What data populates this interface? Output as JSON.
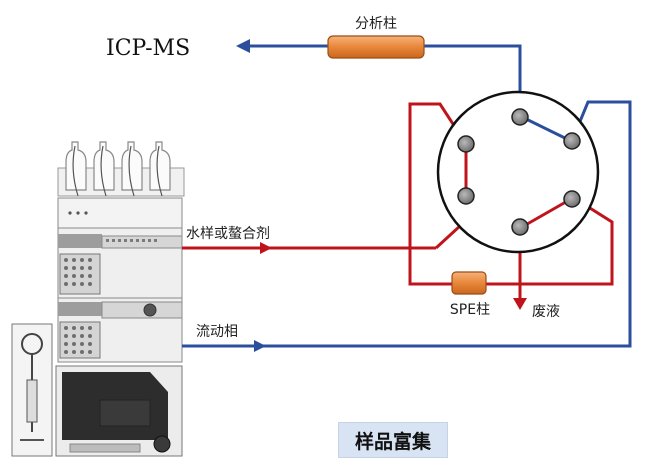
{
  "diagram": {
    "icp_ms_label": "ICP-MS",
    "analytical_column_label": "分析柱",
    "sample_label": "水样或螯合剂",
    "mobile_phase_label": "流动相",
    "spe_column_label": "SPE柱",
    "waste_label": "废液",
    "mode_label": "样品富集"
  },
  "colors": {
    "blue_line": "#2b4f9c",
    "red_line": "#c0141c",
    "column_fill": "#e8873a",
    "valve_port": "#8a8a8a",
    "badge_fill": "#d8e3f3"
  }
}
